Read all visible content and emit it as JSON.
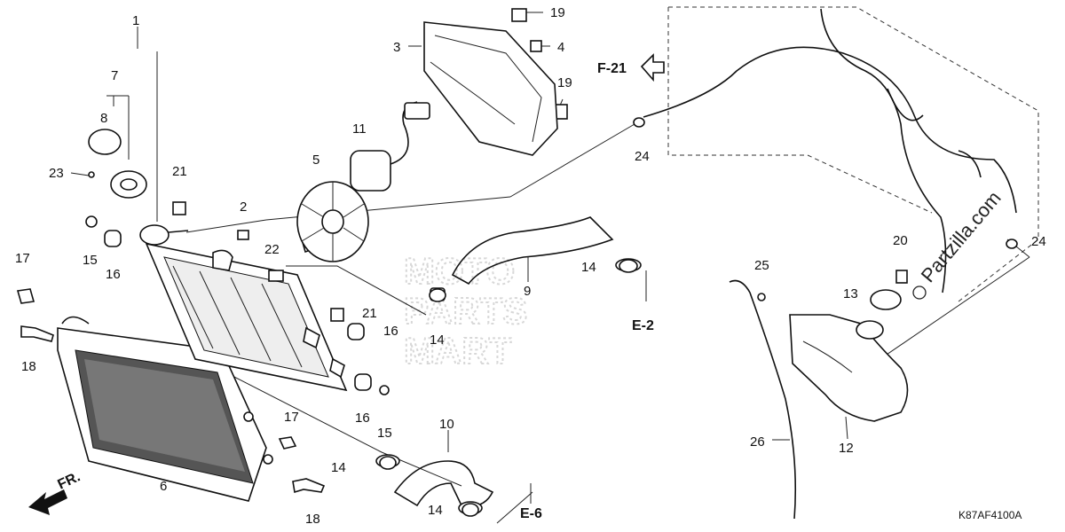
{
  "callouts": [
    {
      "num": "1"
    },
    {
      "num": "2"
    },
    {
      "num": "3"
    },
    {
      "num": "4"
    },
    {
      "num": "5"
    },
    {
      "num": "6"
    },
    {
      "num": "7"
    },
    {
      "num": "8"
    },
    {
      "num": "9"
    },
    {
      "num": "10"
    },
    {
      "num": "11"
    },
    {
      "num": "12"
    },
    {
      "num": "13"
    },
    {
      "num": "14"
    },
    {
      "num": "14"
    },
    {
      "num": "14"
    },
    {
      "num": "14"
    },
    {
      "num": "15"
    },
    {
      "num": "15"
    },
    {
      "num": "16"
    },
    {
      "num": "16"
    },
    {
      "num": "16"
    },
    {
      "num": "17"
    },
    {
      "num": "17"
    },
    {
      "num": "18"
    },
    {
      "num": "18"
    },
    {
      "num": "19"
    },
    {
      "num": "19"
    },
    {
      "num": "20"
    },
    {
      "num": "21"
    },
    {
      "num": "21"
    },
    {
      "num": "22"
    },
    {
      "num": "23"
    },
    {
      "num": "24"
    },
    {
      "num": "24"
    },
    {
      "num": "25"
    },
    {
      "num": "26"
    }
  ],
  "refs": {
    "f21": "F-21",
    "e2": "E-2",
    "e6": "E-6",
    "front": "FR."
  },
  "watermark": "Partzilla.com",
  "diagram_code": "K87AF4100A"
}
